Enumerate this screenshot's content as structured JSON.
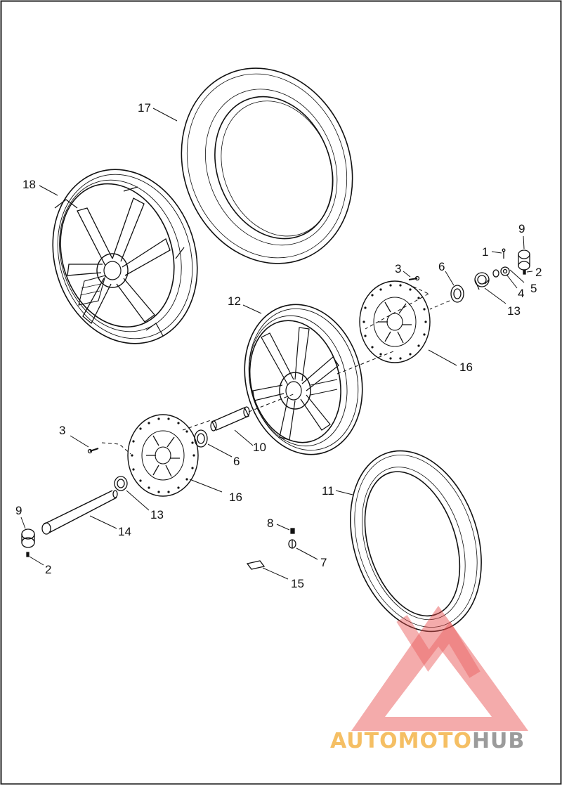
{
  "diagram": {
    "callouts": [
      {
        "id": "c17a",
        "label": "17"
      },
      {
        "id": "c18a",
        "label": "18"
      },
      {
        "id": "c9a",
        "label": "9"
      },
      {
        "id": "c1a",
        "label": "1"
      },
      {
        "id": "c2a",
        "label": "2"
      },
      {
        "id": "c3a",
        "label": "3"
      },
      {
        "id": "c6a",
        "label": "6"
      },
      {
        "id": "c4a",
        "label": "4"
      },
      {
        "id": "c5a",
        "label": "5"
      },
      {
        "id": "c13a",
        "label": "13"
      },
      {
        "id": "c12a",
        "label": "12"
      },
      {
        "id": "c16a",
        "label": "16"
      },
      {
        "id": "c3b",
        "label": "3"
      },
      {
        "id": "c10a",
        "label": "10"
      },
      {
        "id": "c6b",
        "label": "6"
      },
      {
        "id": "c16b",
        "label": "16"
      },
      {
        "id": "c11a",
        "label": "11"
      },
      {
        "id": "c13b",
        "label": "13"
      },
      {
        "id": "c9b",
        "label": "9"
      },
      {
        "id": "c14a",
        "label": "14"
      },
      {
        "id": "c8a",
        "label": "8"
      },
      {
        "id": "c7a",
        "label": "7"
      },
      {
        "id": "c2b",
        "label": "2"
      },
      {
        "id": "c15a",
        "label": "15"
      }
    ]
  },
  "watermark": {
    "part1": "AUTO",
    "part2": "MOTO",
    "part3": "HUB",
    "colors": {
      "orange": "#f4b44a",
      "gray": "#8a8a8a",
      "red": "#e84a4a"
    }
  }
}
